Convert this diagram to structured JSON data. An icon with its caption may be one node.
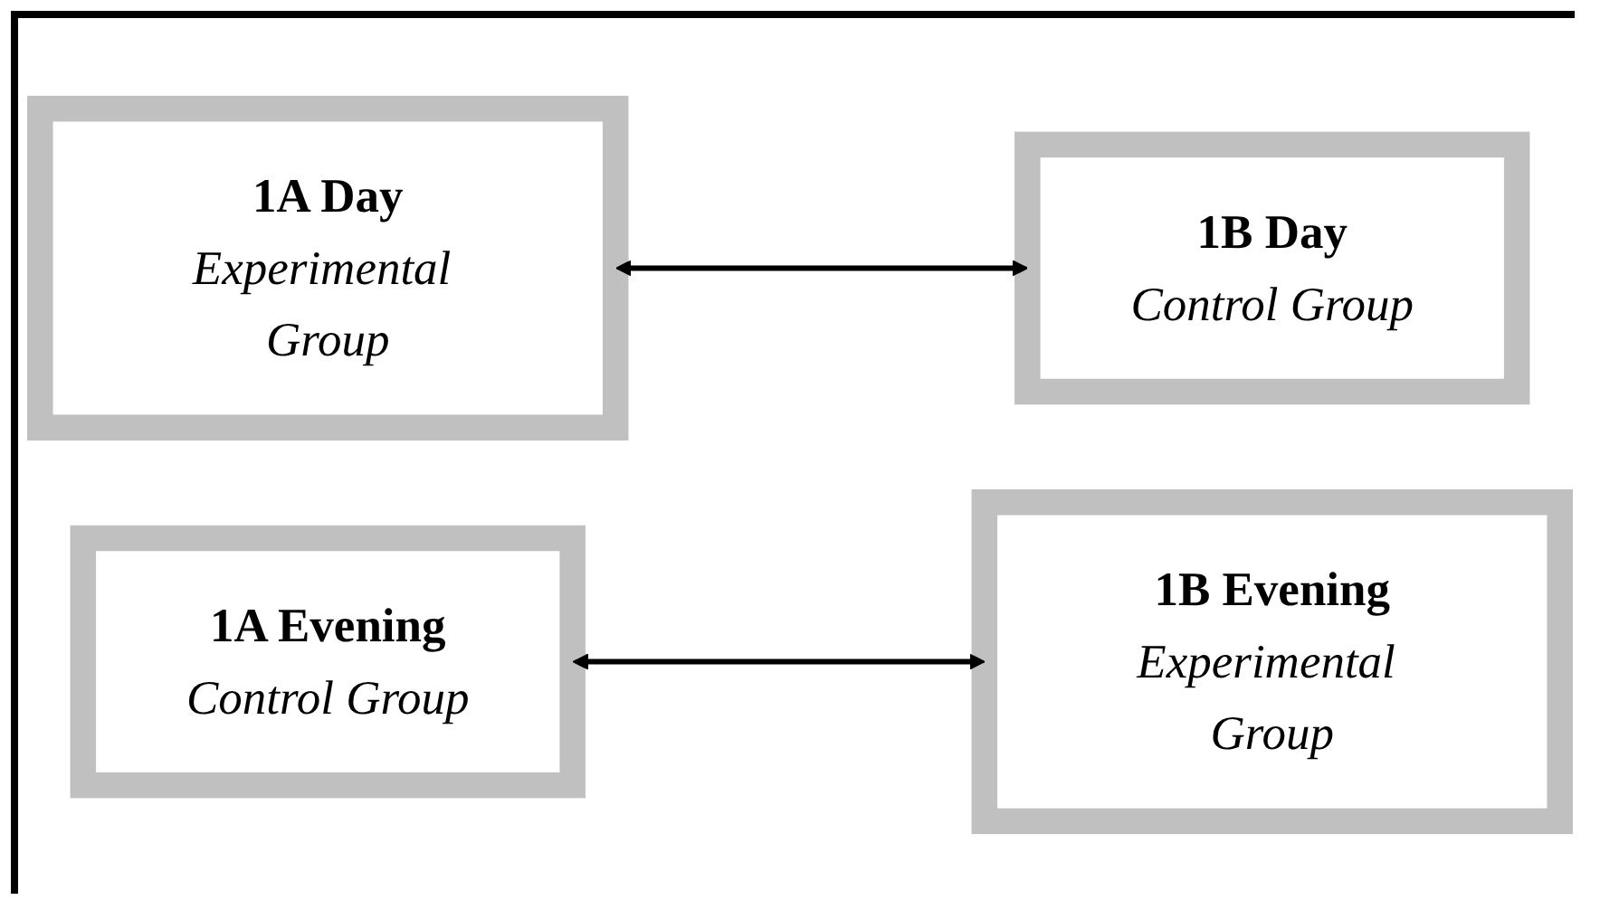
{
  "diagram": {
    "nodes": [
      {
        "text": [
          "1A Day",
          "Experimental Group"
        ]
      },
      {
        "text": [
          "1B Day",
          "Control Group"
        ]
      },
      {
        "text": [
          "1A Evening",
          "Control Group"
        ]
      },
      {
        "text": [
          "1B Evening",
          "Experimental Group"
        ]
      }
    ],
    "edges": [
      {
        "from": 0,
        "to": 1,
        "arrow": "both"
      },
      {
        "from": 2,
        "to": 3,
        "arrow": "both"
      }
    ]
  }
}
